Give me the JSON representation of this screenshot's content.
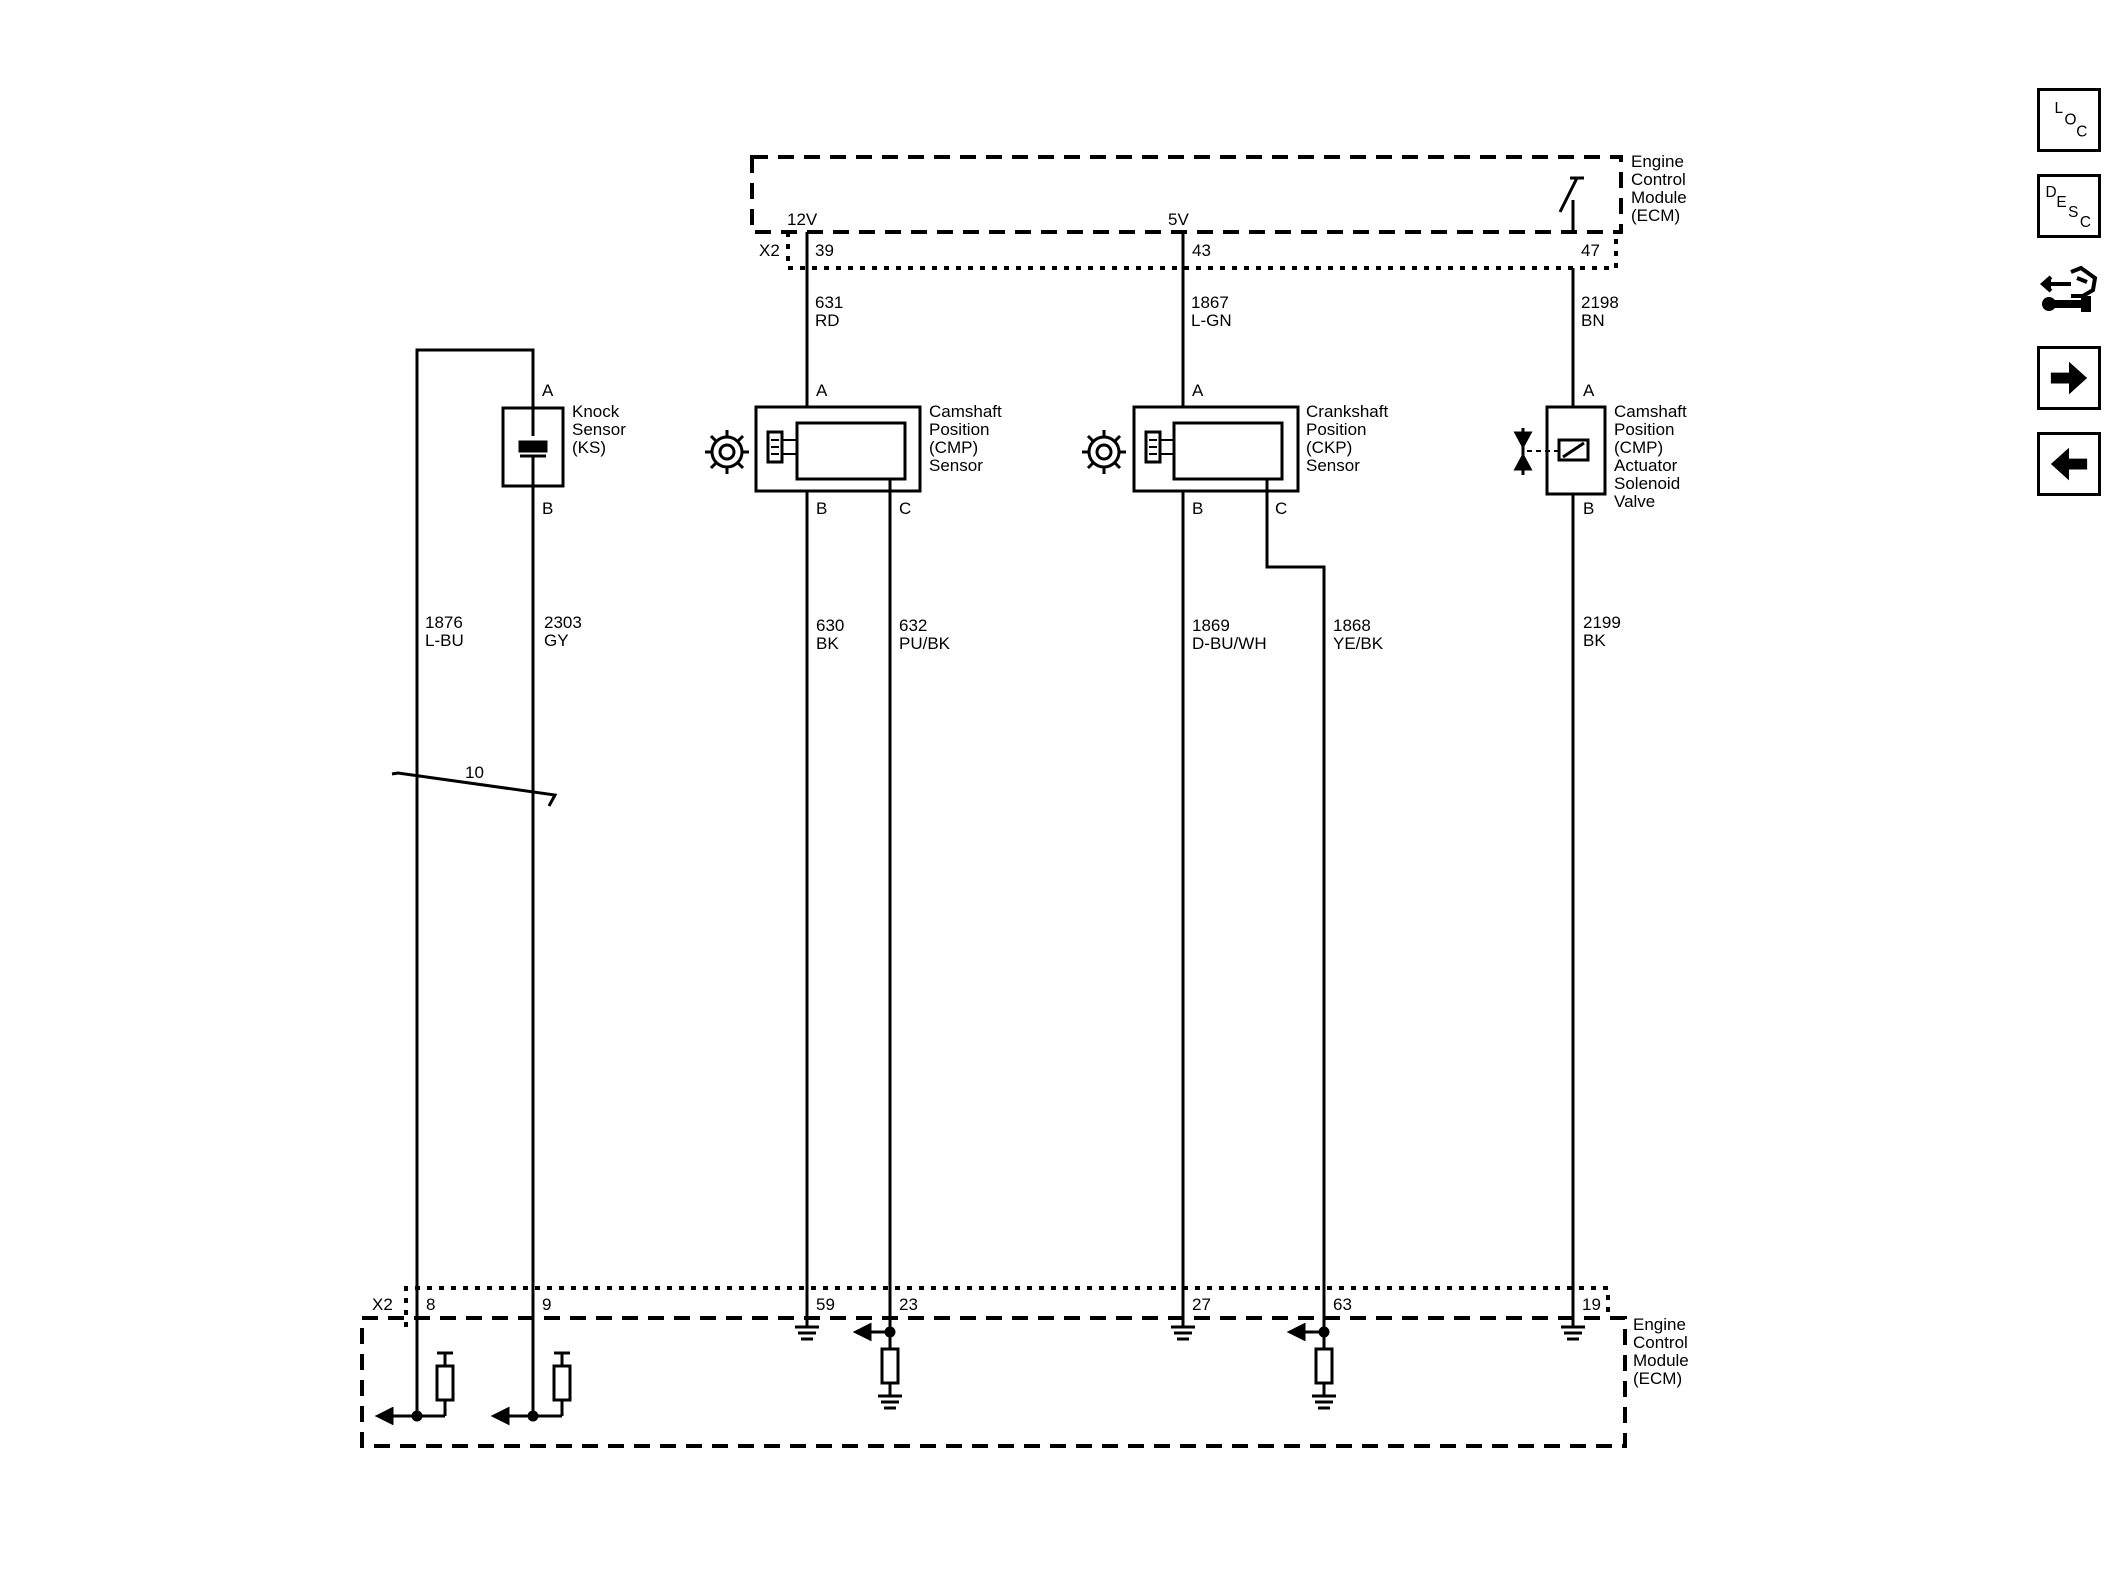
{
  "ecm_top": {
    "name": [
      "Engine",
      "Control",
      "Module",
      "(ECM)"
    ],
    "connector": "X2"
  },
  "ecm_bottom": {
    "name": [
      "Engine",
      "Control",
      "Module",
      "(ECM)"
    ],
    "connector": "X2"
  },
  "voltages": {
    "v12": "12V",
    "v5": "5V"
  },
  "ecm_pins_top": {
    "cmp_a": "39",
    "ckp_a": "43",
    "sol_a": "47"
  },
  "ecm_pins_bottom": {
    "ks_a": "8",
    "ks_b": "9",
    "cmp_b": "59",
    "cmp_c": "23",
    "ckp_b": "27",
    "ckp_c": "63",
    "sol_b": "19"
  },
  "wires": {
    "cmp_a": {
      "circuit": "631",
      "color": "RD"
    },
    "ckp_a": {
      "circuit": "1867",
      "color": "L-GN"
    },
    "sol_a": {
      "circuit": "2198",
      "color": "BN"
    },
    "ks_a": {
      "circuit": "1876",
      "color": "L-BU"
    },
    "ks_b": {
      "circuit": "2303",
      "color": "GY"
    },
    "cmp_b": {
      "circuit": "630",
      "color": "BK"
    },
    "cmp_c": {
      "circuit": "632",
      "color": "PU/BK"
    },
    "ckp_b": {
      "circuit": "1869",
      "color": "D-BU/WH"
    },
    "ckp_c": {
      "circuit": "1868",
      "color": "YE/BK"
    },
    "sol_b": {
      "circuit": "2199",
      "color": "BK"
    }
  },
  "twist_label": "10",
  "components": {
    "knock": {
      "name": [
        "Knock",
        "Sensor",
        "(KS)"
      ],
      "pin_a": "A",
      "pin_b": "B"
    },
    "cmp": {
      "name": [
        "Camshaft",
        "Position",
        "(CMP)",
        "Sensor"
      ],
      "pin_a": "A",
      "pin_b": "B",
      "pin_c": "C"
    },
    "ckp": {
      "name": [
        "Crankshaft",
        "Position",
        "(CKP)",
        "Sensor"
      ],
      "pin_a": "A",
      "pin_b": "B",
      "pin_c": "C"
    },
    "solenoid": {
      "name": [
        "Camshaft",
        "Position",
        "(CMP)",
        "Actuator",
        "Solenoid",
        "Valve"
      ],
      "pin_a": "A",
      "pin_b": "B"
    }
  },
  "nav": {
    "loc": {
      "big": "L",
      "mid": "O",
      "small": "C"
    },
    "desc": {
      "big": "D",
      "mid": "E",
      "mid2": "S",
      "small": "C"
    },
    "icons": [
      "connector-wrench-icon",
      "arrow-right-icon",
      "arrow-left-icon"
    ]
  },
  "colors": {
    "line": "#000000",
    "background": "#ffffff"
  }
}
